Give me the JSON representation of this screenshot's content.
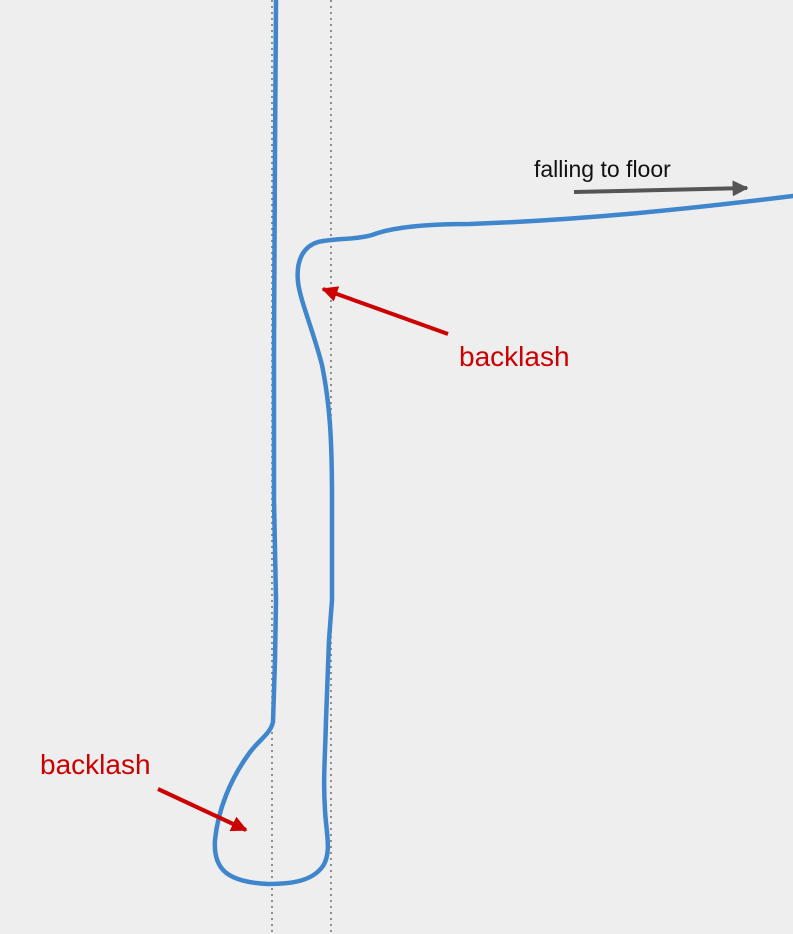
{
  "annotations": {
    "falling_label": "falling to floor",
    "backlash_upper_label": "backlash",
    "backlash_lower_label": "backlash"
  },
  "colors": {
    "background": "#eeeeee",
    "trace": "#3f86cc",
    "guide_line": "#777777",
    "backlash_arrow": "#cc0000",
    "falling_arrow": "#555555"
  }
}
